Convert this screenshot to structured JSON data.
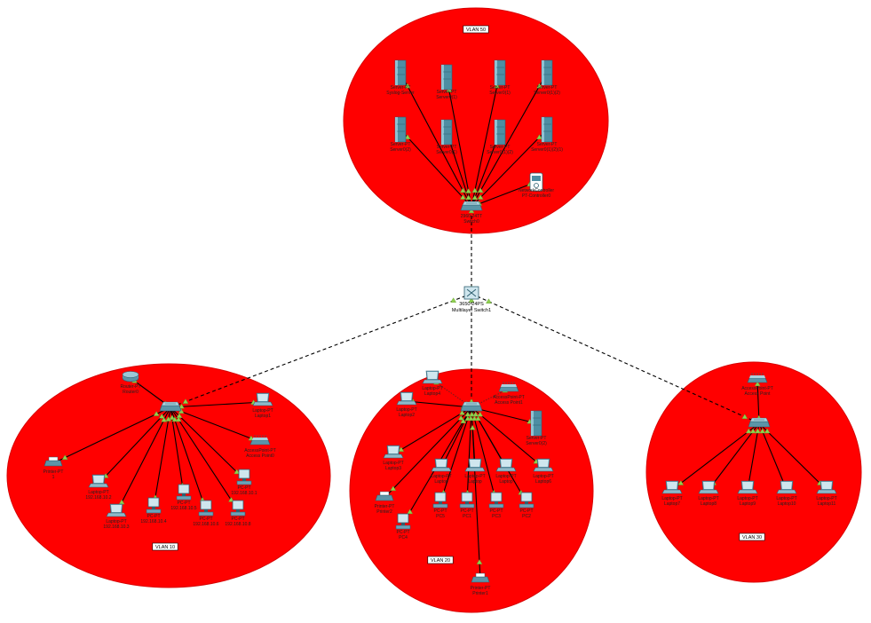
{
  "colors": {
    "zone_fill": "#ff0000",
    "zone_stroke": "#d80000",
    "link": "#000000",
    "port": "#8fd14f",
    "server": "#4d8ea3",
    "switch": "#5b95a8",
    "laptop": "#6ca3b9",
    "pc": "#6ca3b9",
    "router": "#5d93a6"
  },
  "core": {
    "model": "3650-24PS",
    "name": "Multilayer Switch1",
    "icon": "multilayer-switch-icon"
  },
  "zones": [
    {
      "id": "vlan50",
      "label": "VLAN 50"
    },
    {
      "id": "vlan10",
      "label": "VLAN 10"
    },
    {
      "id": "vlan20",
      "label": "VLAN 20"
    },
    {
      "id": "vlan30",
      "label": "VLAN 30"
    }
  ],
  "switches": {
    "vlan50": {
      "model": "2960-24TT",
      "name": "Switch0"
    },
    "vlan10": {
      "model": "",
      "name": ""
    },
    "vlan20": {
      "model": "",
      "name": ""
    },
    "vlan30": {
      "model": "",
      "name": ""
    }
  },
  "devices": {
    "vlan50": [
      {
        "type": "server",
        "l1": "Server-PT",
        "l2": "Syslog-Server"
      },
      {
        "type": "server",
        "l1": "Server-PT",
        "l2": "Server0(1)"
      },
      {
        "type": "server",
        "l1": "Server-PT",
        "l2": "Server0(1)"
      },
      {
        "type": "server",
        "l1": "Server-PT",
        "l2": "Server0(1)(2)"
      },
      {
        "type": "server",
        "l1": "Server-PT",
        "l2": "Server0(2)"
      },
      {
        "type": "server",
        "l1": "Server-PT",
        "l2": "Server0(1)"
      },
      {
        "type": "server",
        "l1": "Server-PT",
        "l2": "Server0(1)(2)"
      },
      {
        "type": "server",
        "l1": "Server-PT",
        "l2": "Server0(1)(2)(1)"
      },
      {
        "type": "controller",
        "l1": "NetworkController",
        "l2": "PT-Controller0"
      }
    ],
    "vlan10": [
      {
        "type": "router",
        "l1": "Router-PT",
        "l2": "Router0"
      },
      {
        "type": "laptop",
        "l1": "Laptop-PT",
        "l2": "Laptop1"
      },
      {
        "type": "accesspoint",
        "l1": "AccessPoint-PT",
        "l2": "Access Point0"
      },
      {
        "type": "printer",
        "l1": "Printer-PT",
        "l2": "1"
      },
      {
        "type": "laptop",
        "l1": "Laptop-PT",
        "l2": "192.168.10.2"
      },
      {
        "type": "laptop",
        "l1": "Laptop-PT",
        "l2": "192.168.10.3"
      },
      {
        "type": "pc",
        "l1": "PC-PT",
        "l2": "192.168.10.4"
      },
      {
        "type": "pc",
        "l1": "PC-PT",
        "l2": "192.168.10.5"
      },
      {
        "type": "pc",
        "l1": "PC-PT",
        "l2": "192.168.10.6"
      },
      {
        "type": "pc",
        "l1": "PC-PT",
        "l2": "192.168.10.8"
      },
      {
        "type": "pc",
        "l1": "PC-PT",
        "l2": "192.168.10.1"
      }
    ],
    "vlan20": [
      {
        "type": "laptop",
        "l1": "Laptop-PT",
        "l2": "Laptop4"
      },
      {
        "type": "accesspoint",
        "l1": "AccessPoint-PT",
        "l2": "Access Point1"
      },
      {
        "type": "laptop",
        "l1": "Laptop-PT",
        "l2": "Laptop2"
      },
      {
        "type": "server",
        "l1": "Server-PT",
        "l2": "Server0(2)"
      },
      {
        "type": "laptop",
        "l1": "Laptop-PT",
        "l2": "Laptop3"
      },
      {
        "type": "laptop",
        "l1": "Laptop-PT",
        "l2": "Laptop"
      },
      {
        "type": "laptop",
        "l1": "Laptop-PT",
        "l2": "Laptop"
      },
      {
        "type": "laptop",
        "l1": "Laptop-PT",
        "l2": "Laptop"
      },
      {
        "type": "laptop",
        "l1": "Laptop-PT",
        "l2": "Laptop6"
      },
      {
        "type": "printer",
        "l1": "Printer-PT",
        "l2": "Printer2"
      },
      {
        "type": "pc",
        "l1": "PC-PT",
        "l2": "PC5"
      },
      {
        "type": "pc",
        "l1": "PC-PT",
        "l2": "PC1"
      },
      {
        "type": "pc",
        "l1": "PC-PT",
        "l2": "PC3"
      },
      {
        "type": "pc",
        "l1": "PC-PT",
        "l2": "PC2"
      },
      {
        "type": "pc",
        "l1": "PC-PT",
        "l2": "PC4"
      },
      {
        "type": "printer",
        "l1": "Printer-PT",
        "l2": "Printer1"
      }
    ],
    "vlan30": [
      {
        "type": "accesspoint",
        "l1": "AccessPoint-PT",
        "l2": "Access Point"
      },
      {
        "type": "laptop",
        "l1": "Laptop-PT",
        "l2": "Laptop7"
      },
      {
        "type": "laptop",
        "l1": "Laptop-PT",
        "l2": "Laptop8"
      },
      {
        "type": "laptop",
        "l1": "Laptop-PT",
        "l2": "Laptop9"
      },
      {
        "type": "laptop",
        "l1": "Laptop-PT",
        "l2": "Laptop10"
      },
      {
        "type": "laptop",
        "l1": "Laptop-PT",
        "l2": "Laptop11"
      }
    ]
  }
}
